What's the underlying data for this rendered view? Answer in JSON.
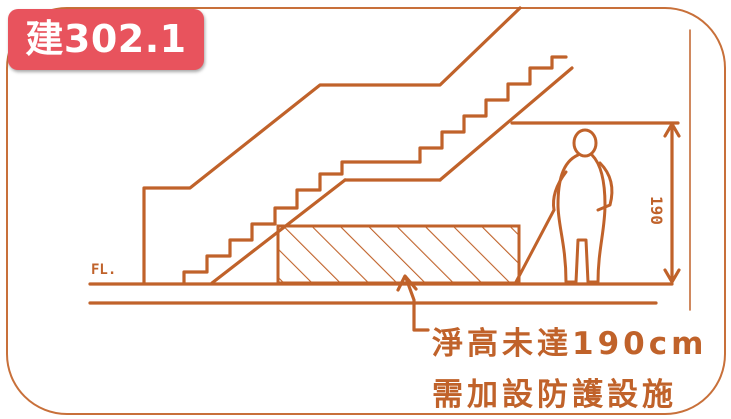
{
  "badge": {
    "label": "建302.1"
  },
  "drawing": {
    "floor_label": "FL.",
    "height_label": "190",
    "line_color": "#c0622a",
    "badge_color": "#e8535d"
  },
  "caption": {
    "line1": "淨高未達190cm",
    "line2": "需加設防護設施"
  }
}
